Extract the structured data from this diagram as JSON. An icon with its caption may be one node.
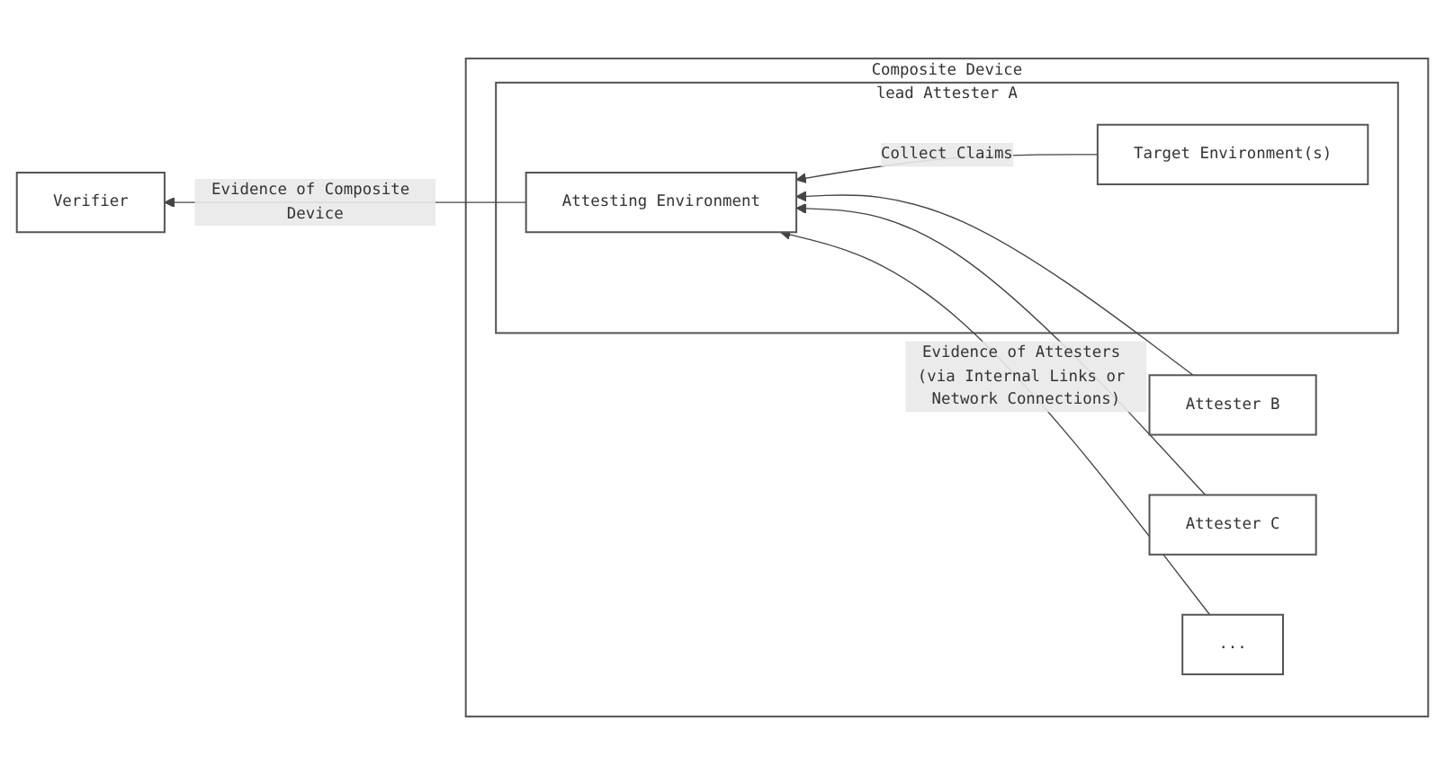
{
  "diagram": {
    "nodes": [
      {
        "text": [
          "Verifier"
        ]
      },
      {
        "text": [
          "Composite Device"
        ]
      },
      {
        "text": [
          "lead Attester A"
        ],
        "in": 1
      },
      {
        "text": [
          "Attesting Environment"
        ],
        "in": 2
      },
      {
        "text": [
          "Target Environment(s)"
        ],
        "in": 2
      },
      {
        "text": [
          "Attester B"
        ],
        "in": 1
      },
      {
        "text": [
          "Attester C"
        ],
        "in": 1
      },
      {
        "text": [
          "..."
        ],
        "in": 1
      }
    ],
    "edges": [
      {
        "from": 3,
        "to": 0,
        "arrow": "to",
        "label": "Evidence of Composite Device"
      },
      {
        "from": 4,
        "to": 3,
        "arrow": "to",
        "label": "Collect Claims"
      },
      {
        "from": 5,
        "to": 3,
        "arrow": "to"
      },
      {
        "from": 6,
        "to": 3,
        "arrow": "to"
      },
      {
        "from": 7,
        "to": 3,
        "arrow": "to",
        "label": "Evidence of Attesters (via Internal Links or Network Connections)"
      }
    ]
  }
}
